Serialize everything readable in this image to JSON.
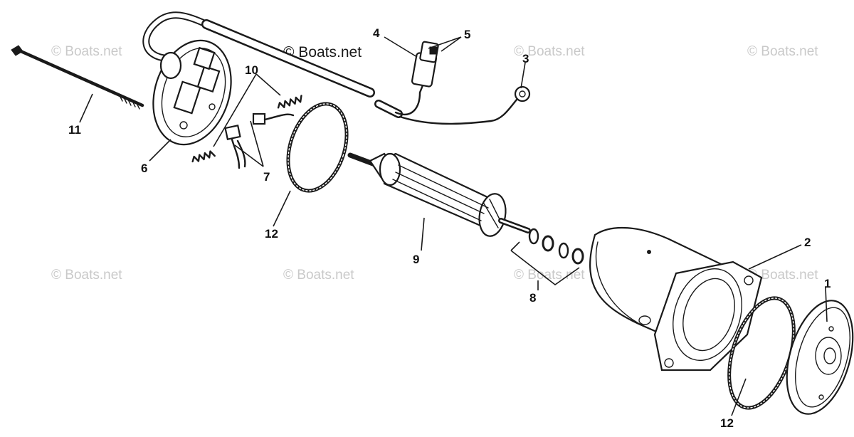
{
  "watermark": {
    "main": "© Boats.net",
    "faint": "© Boats.net"
  },
  "callouts": [
    {
      "id": "1",
      "label": "1"
    },
    {
      "id": "2",
      "label": "2"
    },
    {
      "id": "3",
      "label": "3"
    },
    {
      "id": "4",
      "label": "4"
    },
    {
      "id": "5",
      "label": "5"
    },
    {
      "id": "6",
      "label": "6"
    },
    {
      "id": "7",
      "label": "7"
    },
    {
      "id": "8",
      "label": "8"
    },
    {
      "id": "9",
      "label": "9"
    },
    {
      "id": "10",
      "label": "10"
    },
    {
      "id": "11",
      "label": "11"
    },
    {
      "id": "12a",
      "label": "12"
    },
    {
      "id": "12b",
      "label": "12"
    }
  ]
}
